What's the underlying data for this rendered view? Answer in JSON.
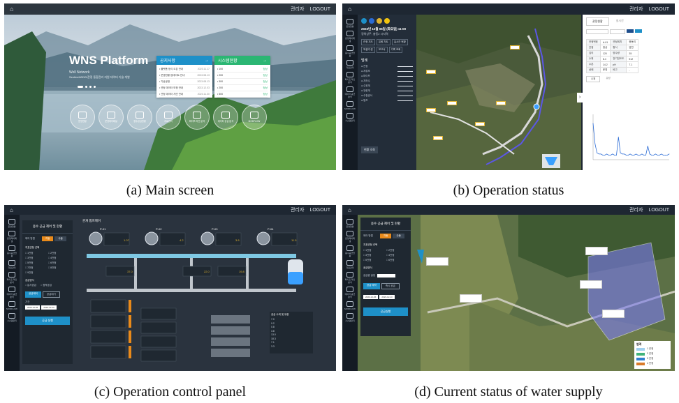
{
  "captions": {
    "a": "(a) Main screen",
    "b": "(b) Operation status",
    "c": "(c) Operation control panel",
    "d": "(d) Current status of water supply"
  },
  "common": {
    "home_icon": "home-icon",
    "admin_label": "관리자",
    "logout_label": "LOGOUT"
  },
  "sidebar_items": [
    "운영현황",
    "운영제어패널",
    "용수공급현황",
    "자료관리",
    "파이프 라인 분석",
    "데이터 공급 분석",
    "MODFLOW",
    "시스템관리"
  ],
  "main": {
    "title": "WNS Platform",
    "subtitle1": "Well Network",
    "subtitle2": "Sentinel/WNS/관정 통합관리 지원 데이터 기술 개발",
    "notice_title": "공지사항",
    "notice_items": [
      {
        "text": "플랫폼 정식 오픈 안내",
        "date": "2023.11.17"
      },
      {
        "text": "운영현황 업데이트 안내",
        "date": "2023.08.13"
      },
      {
        "text": "기상공정",
        "date": "2023.08.13"
      },
      {
        "text": "관정 데이터 보정 안내",
        "date": "2023.12.03"
      },
      {
        "text": "관정 데이터 개선 안내",
        "date": "2023.11.30"
      }
    ],
    "sys_title": "시스템현황",
    "sys_items": [
      {
        "id": "100",
        "val": "정상"
      },
      {
        "id": "200",
        "val": "정상"
      },
      {
        "id": "300",
        "val": "정상"
      },
      {
        "id": "200",
        "val": "정상"
      },
      {
        "id": "500",
        "val": "정상"
      }
    ],
    "menu": [
      "운영현황",
      "운영제어패널",
      "용수공급현황",
      "자료관리",
      "파이프 라인 분석",
      "데이터 공급 분석",
      "MODFLOW"
    ]
  },
  "ops": {
    "header_line": "2023년 12월 06일 (화요일) 11:00",
    "location": "경북상주, 충동2 시지역",
    "btns": [
      "관정 지도",
      "유량 차트",
      "실시간 현황",
      "엑셀 다운",
      "보고서",
      "기록 조회"
    ],
    "legend_title": "범례",
    "legend_items": [
      "관정",
      "저류조",
      "파이프",
      "지하수",
      "수위계",
      "유량계",
      "수질센서",
      "펌프"
    ],
    "bottom_btn": "현황 조회",
    "tabs": [
      "관정현황",
      "실시간"
    ],
    "table": [
      [
        "관정번호",
        "A-01",
        "관정위치",
        "충동리"
      ],
      [
        "관정",
        "정상",
        "형식",
        "암반"
      ],
      [
        "깊이",
        "120",
        "양수량",
        "35"
      ],
      [
        "수위",
        "8.4",
        "전기전도도",
        "512"
      ],
      [
        "수온",
        "14.2",
        "pH",
        "7.1"
      ],
      [
        "상태",
        "운영",
        "비고",
        "-"
      ]
    ],
    "chart_tabs": [
      "수위",
      "유량"
    ],
    "chart_data": {
      "type": "line",
      "x": [
        1,
        2,
        3,
        4,
        5,
        6,
        7,
        8,
        9,
        10,
        11,
        12,
        13,
        14,
        15,
        16,
        17,
        18,
        19,
        20,
        21,
        22,
        23,
        24,
        25,
        26,
        27,
        28,
        29,
        30,
        31,
        32,
        33,
        34,
        35,
        36,
        37,
        38,
        39,
        40
      ],
      "values": [
        32,
        14,
        6,
        5,
        5,
        4,
        4,
        5,
        4,
        4,
        5,
        4,
        4,
        20,
        6,
        5,
        5,
        4,
        4,
        5,
        4,
        4,
        5,
        4,
        4,
        5,
        4,
        4,
        12,
        5,
        4,
        4,
        5,
        4,
        4,
        5,
        4,
        4,
        4,
        5
      ],
      "ylim": [
        0,
        40
      ]
    }
  },
  "control": {
    "title": "용수 공급 제어 및 현황",
    "mode_label": "제어 방법",
    "mode_opts": [
      "자동",
      "수동"
    ],
    "sel_title": "지표관정 선택",
    "sel_opts": [
      "1관정",
      "2관정",
      "3관정",
      "4관정",
      "5관정",
      "6관정",
      "7관정",
      "8관정",
      "9관정"
    ],
    "supply_title": "공급방식",
    "supply_opts": [
      "분사공급",
      "점적공급"
    ],
    "btn_a": "공급제어",
    "btn_b": "공급대기",
    "date_label": "기간",
    "date_from": "2023-12-06",
    "date_to": "2023-12-13",
    "run_btn": "공급 실행",
    "diagram_title": "관개 펌프제어",
    "pumps": [
      "P-01",
      "P-02",
      "P-03",
      "P-04"
    ],
    "readouts": [
      "1.07",
      "4.2",
      "3.8",
      "11.5",
      "37.0",
      "22.0",
      "19.8"
    ],
    "stats_title": "공급 수위 및 유량",
    "stats_vals": [
      "7.0",
      "0.2",
      "0.8",
      "3.8",
      "13.0",
      "18.3",
      "7.1",
      "3.3"
    ]
  },
  "supply": {
    "title": "용수 공급 제어 및 현황",
    "mode_label": "제어 방법",
    "mode_opts": [
      "자동",
      "수동"
    ],
    "sel_title": "지표관정 선택",
    "supply_title": "공급방식",
    "amount_label": "공급량 설정",
    "btn_a": "공급 예약",
    "btn_b": "즉시 공급",
    "date_from": "2023-12-06",
    "date_to": "2023-12-13",
    "run_btn": "공급실행",
    "legend_title": "범례",
    "legend_items": [
      "1 관정",
      "2 관정",
      "3 관정",
      "4 관정"
    ],
    "legend_colors": [
      "#9fd0ef",
      "#3fb37a",
      "#2f7fd0",
      "#d97a2a"
    ]
  },
  "colors": {
    "accent": "#1e90c8",
    "green": "#2bb673",
    "dark": "#1b2430"
  }
}
